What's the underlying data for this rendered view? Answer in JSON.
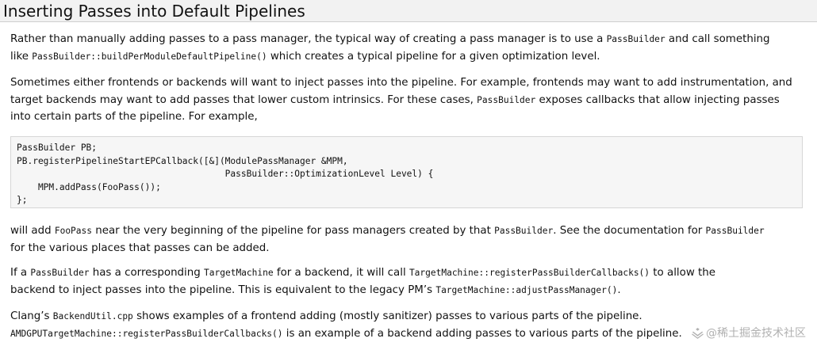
{
  "heading": "Inserting Passes into Default Pipelines",
  "p1": {
    "l1_a": "Rather than manually adding passes to a pass manager, the typical way of creating a pass manager is to use a ",
    "l1_code": "PassBuilder",
    "l1_b": " and call something",
    "l2_a": "like ",
    "l2_code": "PassBuilder::buildPerModuleDefaultPipeline()",
    "l2_b": " which creates a typical pipeline for a given optimization level."
  },
  "p2": {
    "l1": "Sometimes either frontends or backends will want to inject passes into the pipeline. For example, frontends may want to add instrumentation, and",
    "l2_a": "target backends may want to add passes that lower custom intrinsics. For these cases, ",
    "l2_code": "PassBuilder",
    "l2_b": " exposes callbacks that allow injecting passes",
    "l3": "into certain parts of the pipeline. For example,"
  },
  "code_lines": [
    "PassBuilder PB;",
    "PB.registerPipelineStartEPCallback([&](ModulePassManager &MPM,",
    "                                       PassBuilder::OptimizationLevel Level) {",
    "    MPM.addPass(FooPass());",
    "};"
  ],
  "p3": {
    "l1_a": "will add ",
    "l1_code1": "FooPass",
    "l1_b": " near the very beginning of the pipeline for pass managers created by that ",
    "l1_code2": "PassBuilder",
    "l1_c": ". See the documentation for ",
    "l1_code3": "PassBuilder",
    "l2": "for the various places that passes can be added."
  },
  "p4": {
    "l1_a": "If a ",
    "l1_code1": "PassBuilder",
    "l1_b": " has a corresponding ",
    "l1_code2": "TargetMachine",
    "l1_c": " for a backend, it will call ",
    "l1_code3": "TargetMachine::registerPassBuilderCallbacks()",
    "l1_d": " to allow the",
    "l2_a": "backend to inject passes into the pipeline. This is equivalent to the legacy PM’s ",
    "l2_code": "TargetMachine::adjustPassManager()",
    "l2_b": "."
  },
  "p5": {
    "l1_a": "Clang’s ",
    "l1_code": "BackendUtil.cpp",
    "l1_b": " shows examples of a frontend adding (mostly sanitizer) passes to various parts of the pipeline.",
    "l2_code": "AMDGPUTargetMachine::registerPassBuilderCallbacks()",
    "l2_b": " is an example of a backend adding passes to various parts of the pipeline."
  },
  "watermark": "@稀土掘金技术社区"
}
